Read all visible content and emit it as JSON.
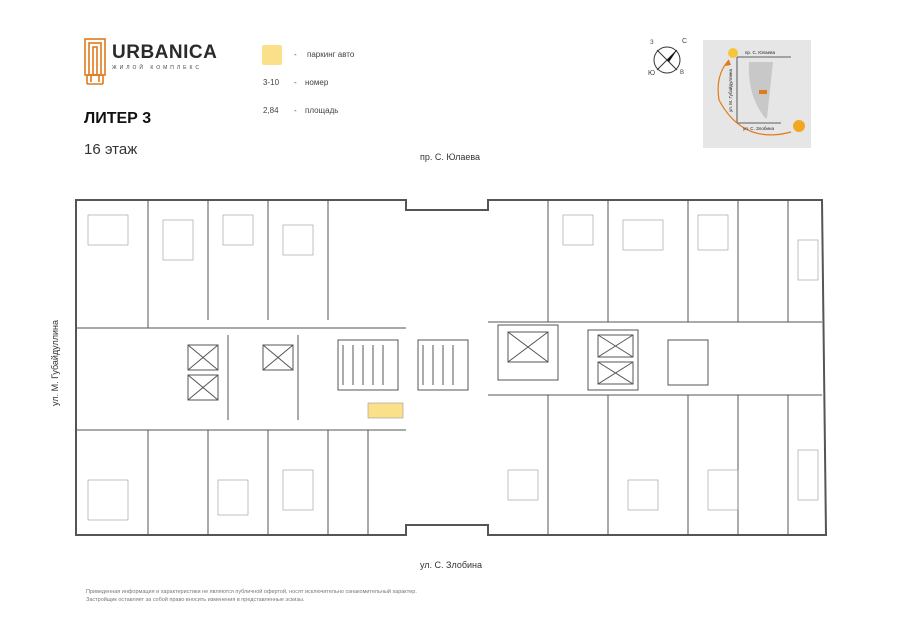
{
  "brand": {
    "name": "URBANICA",
    "tagline": "ЖИЛОЙ КОМПЛЕКС",
    "accent": "#e07b1a"
  },
  "header": {
    "title": "ЛИТЕР 3",
    "floor": "16 этаж"
  },
  "legend": [
    {
      "key": "",
      "dash": "-",
      "label": "паркинг авто",
      "color": "#fbe08a"
    },
    {
      "key": "3-10",
      "dash": "-",
      "label": "номер"
    },
    {
      "key": "2,84",
      "dash": "-",
      "label": "площадь"
    }
  ],
  "compass": {
    "letters": [
      "С",
      "Ю",
      "В",
      "З"
    ]
  },
  "minimap": {
    "top_street": "пр. С. Юлаева",
    "bottom_street": "ул. С. Злобина",
    "left_street": "ул. М. Губайдуллина"
  },
  "streets": {
    "top": "пр. С. Юлаева",
    "bottom": "ул. С. Злобина",
    "left": "ул. М. Губайдуллина"
  },
  "disclaimer": [
    "Приведенная информация и характеристики не являются публичной офертой, носят исключительно ознакомительный характер.",
    "Застройщик оставляет за собой право вносить изменения в представленные эскизы."
  ]
}
